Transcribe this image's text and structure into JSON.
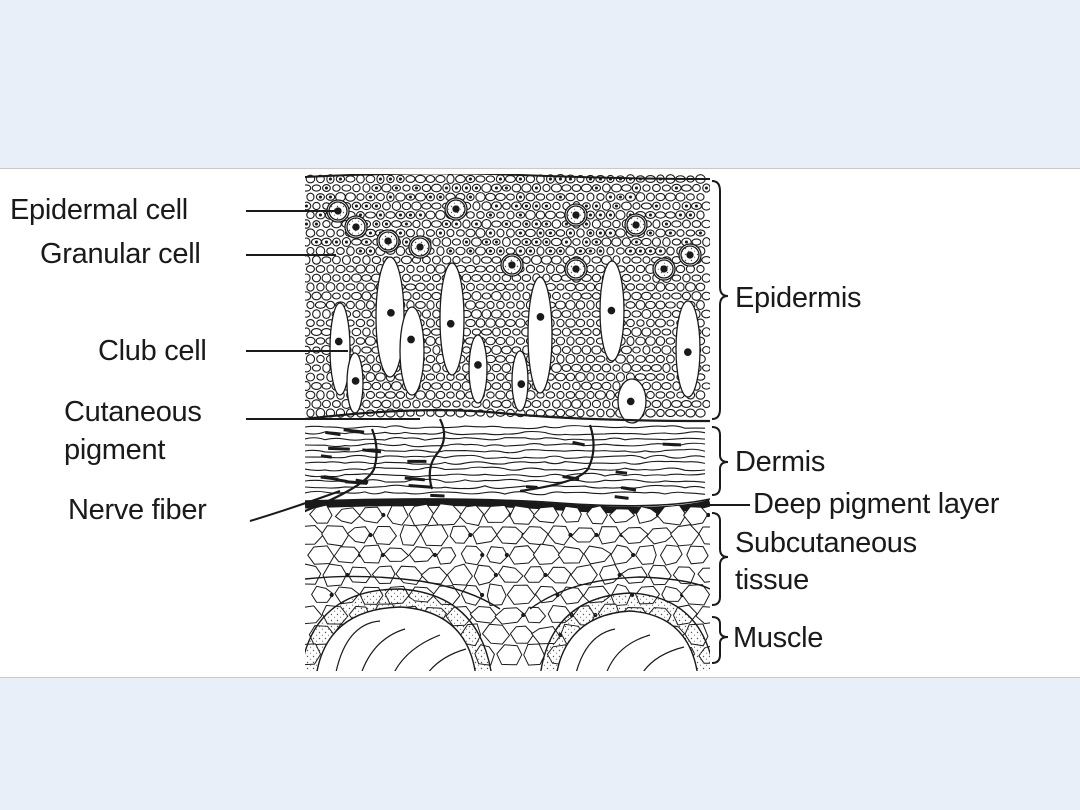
{
  "figure": {
    "labels_left": {
      "epidermal_cell": "Epidermal cell",
      "granular_cell": "Granular cell",
      "club_cell": "Club cell",
      "cutaneous_pigment_line1": "Cutaneous",
      "cutaneous_pigment_line2": "pigment",
      "nerve_fiber": "Nerve fiber"
    },
    "labels_right": {
      "epidermis": "Epidermis",
      "dermis": "Dermis",
      "deep_pigment_layer": "Deep pigment layer",
      "subcutaneous_line1": "Subcutaneous",
      "subcutaneous_line2": "tissue",
      "muscle": "Muscle"
    },
    "colors": {
      "background": "#e8eff9",
      "panel": "#ffffff",
      "ink": "#1a1a1a"
    }
  }
}
